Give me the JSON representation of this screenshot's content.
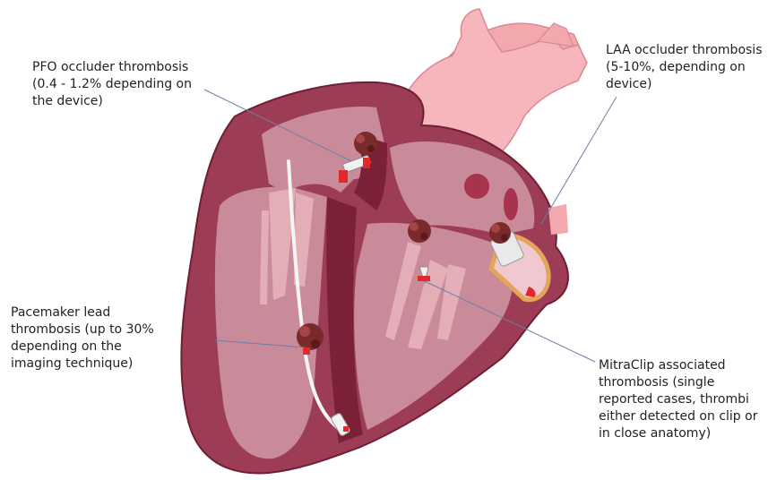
{
  "labels": {
    "pfo": {
      "lines": [
        "PFO occluder thrombosis",
        "(0.4 - 1.2% depending on",
        "the device)"
      ]
    },
    "laa": {
      "lines": [
        "LAA occluder thrombosis",
        "(5-10%, depending on",
        "device)"
      ]
    },
    "pacemaker": {
      "lines": [
        "Pacemaker lead",
        "thrombosis (up to 30%",
        "depending on the",
        "imaging technique)"
      ]
    },
    "mitraclip": {
      "lines": [
        "MitraClip  associated",
        "thrombosis (single",
        "reported cases, thrombi",
        "either detected on clip or",
        "in close anatomy)"
      ]
    }
  },
  "colors": {
    "myocardium_outer": "#9c3d55",
    "myocardium_dark": "#7a2138",
    "chamber": "#c98a9a",
    "aorta": "#f3a8ad",
    "thrombus": "#7a2a2a",
    "device_accent": "#e0282f",
    "laa_ring": "#e3a557",
    "leader_line": "#6c7fa8"
  }
}
